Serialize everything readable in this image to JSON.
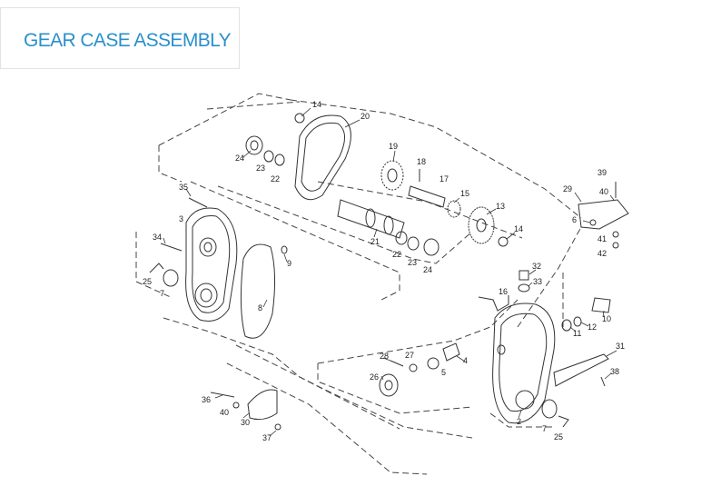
{
  "header": {
    "title": "GEAR CASE ASSEMBLY"
  },
  "colors": {
    "title": "#2a8fcc",
    "line": "#333333"
  },
  "parts": [
    {
      "label": "14"
    },
    {
      "label": "20"
    },
    {
      "label": "24"
    },
    {
      "label": "23"
    },
    {
      "label": "22"
    },
    {
      "label": "19"
    },
    {
      "label": "18"
    },
    {
      "label": "17"
    },
    {
      "label": "15"
    },
    {
      "label": "13"
    },
    {
      "label": "14"
    },
    {
      "label": "21"
    },
    {
      "label": "22"
    },
    {
      "label": "23"
    },
    {
      "label": "24"
    },
    {
      "label": "35"
    },
    {
      "label": "3"
    },
    {
      "label": "34"
    },
    {
      "label": "9"
    },
    {
      "label": "25"
    },
    {
      "label": "7"
    },
    {
      "label": "8"
    },
    {
      "label": "39"
    },
    {
      "label": "29"
    },
    {
      "label": "40"
    },
    {
      "label": "6"
    },
    {
      "label": "41"
    },
    {
      "label": "42"
    },
    {
      "label": "32"
    },
    {
      "label": "33"
    },
    {
      "label": "16"
    },
    {
      "label": "10"
    },
    {
      "label": "12"
    },
    {
      "label": "11"
    },
    {
      "label": "31"
    },
    {
      "label": "4"
    },
    {
      "label": "28"
    },
    {
      "label": "27"
    },
    {
      "label": "5"
    },
    {
      "label": "26"
    },
    {
      "label": "38"
    },
    {
      "label": "36"
    },
    {
      "label": "40"
    },
    {
      "label": "30"
    },
    {
      "label": "37"
    },
    {
      "label": "2"
    },
    {
      "label": "7"
    },
    {
      "label": "25"
    }
  ]
}
